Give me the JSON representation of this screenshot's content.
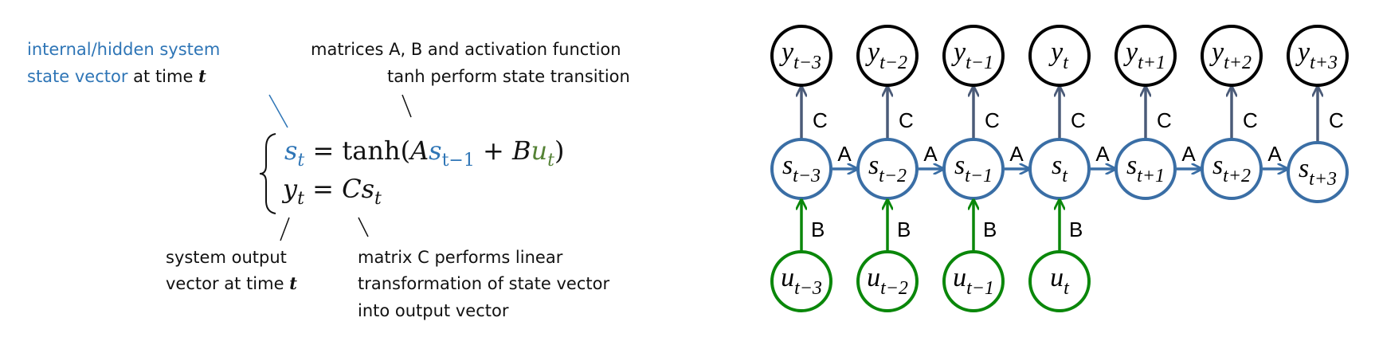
{
  "annotations": {
    "state_label_line1": "internal/hidden system",
    "state_label_line2_blue": "state vector",
    "state_label_line2_rest": " at time ",
    "time_symbol": "t",
    "transition_line1": "matrices A, B and activation function",
    "transition_line2": "tanh perform state transition",
    "output_line1": "system output",
    "output_line2": "vector at time ",
    "matrix_c_line1": "matrix C performs linear",
    "matrix_c_line2": "transformation of state vector",
    "matrix_c_line3": "into output vector"
  },
  "equation": {
    "s": "s",
    "t": "t",
    "eq": " = ",
    "tanh": "tanh(",
    "A": "A",
    "sub_t_minus_1": "t−1",
    "plus": " + ",
    "B": "B",
    "u": "u",
    "close": ")",
    "y": "y",
    "C": "C"
  },
  "colors": {
    "state": "#2e75b6",
    "input": "#548235",
    "state_node": "#3a6ea5",
    "input_node": "#0a870a",
    "output_node": "#000000",
    "c_arrow": "#4b5b78"
  },
  "diagram": {
    "subscripts": [
      "t−3",
      "t−2",
      "t−1",
      "t",
      "t+1",
      "t+2",
      "t+3"
    ],
    "output_var": "y",
    "state_var": "s",
    "input_var": "u",
    "input_count": 4,
    "label_A": "A",
    "label_B": "B",
    "label_C": "C"
  }
}
